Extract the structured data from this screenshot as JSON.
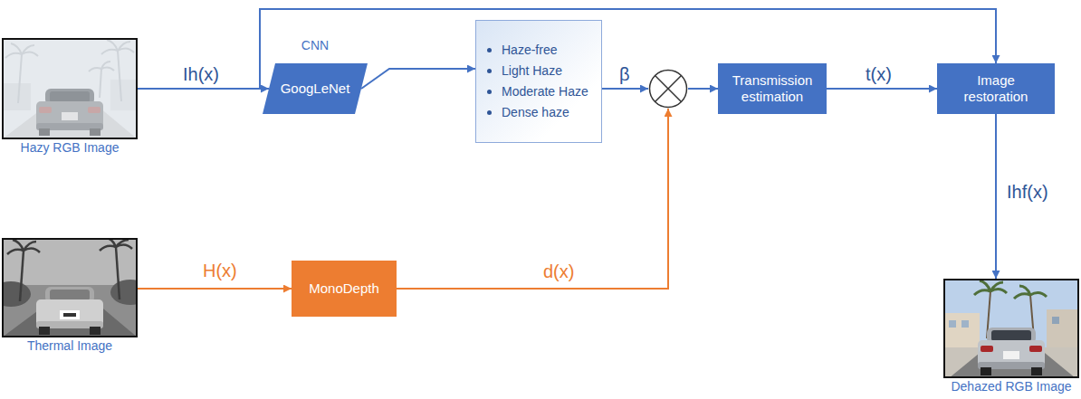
{
  "diagram": {
    "nodes": [
      {
        "text": [
          "Hazy RGB Image"
        ]
      },
      {
        "text": [
          "CNN",
          "GoogLeNet"
        ]
      },
      {
        "text": [
          "Haze-free",
          "Light Haze",
          "Moderate Haze",
          "Dense haze"
        ]
      },
      {
        "text": []
      },
      {
        "text": [
          "Transmission estimation"
        ]
      },
      {
        "text": [
          "Image restoration"
        ]
      },
      {
        "text": [
          "Thermal Image"
        ]
      },
      {
        "text": [
          "MonoDepth"
        ]
      },
      {
        "text": [
          "Dehazed RGB Image"
        ]
      }
    ],
    "edges": [
      {
        "from": 0,
        "to": 1,
        "arrow": "to",
        "label": "Ih(x)"
      },
      {
        "from": 0,
        "to": 5,
        "arrow": "to"
      },
      {
        "from": 1,
        "to": 2,
        "arrow": "to"
      },
      {
        "from": 2,
        "to": 3,
        "arrow": "to",
        "label": "β"
      },
      {
        "from": 3,
        "to": 4,
        "arrow": "to"
      },
      {
        "from": 4,
        "to": 5,
        "arrow": "to",
        "label": "t(x)"
      },
      {
        "from": 5,
        "to": 8,
        "arrow": "to",
        "label": "Ihf(x)"
      },
      {
        "from": 6,
        "to": 7,
        "arrow": "to",
        "label": "H(x)"
      },
      {
        "from": 7,
        "to": 3,
        "arrow": "to",
        "label": "d(x)"
      }
    ]
  }
}
